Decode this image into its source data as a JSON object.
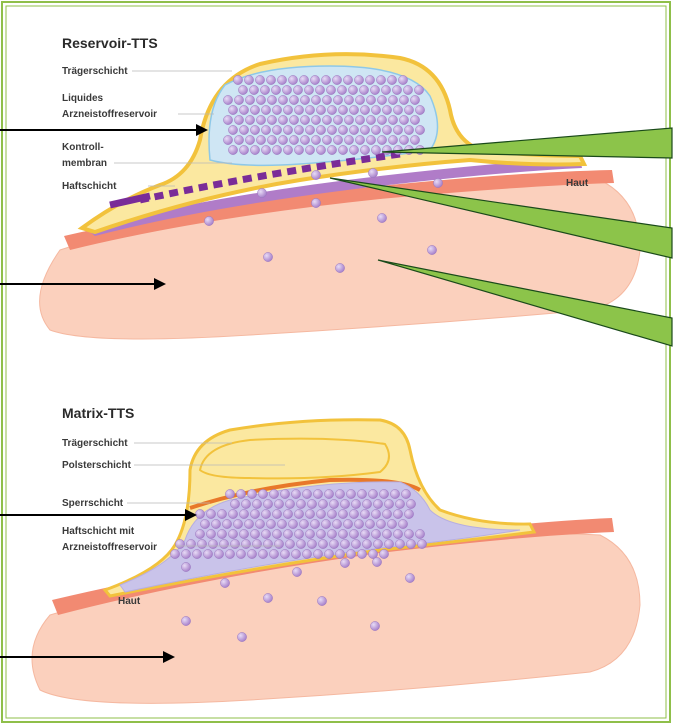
{
  "reservoir": {
    "title": "Reservoir-TTS",
    "labels": {
      "traegerschicht": "Trägerschicht",
      "reservoir_line1": "Liquides",
      "reservoir_line2": "Arzneistoffreservoir",
      "kontroll_line1": "Kontroll-",
      "kontroll_line2": "membran",
      "haftschicht": "Haftschicht",
      "haut": "Haut"
    }
  },
  "matrix": {
    "title": "Matrix-TTS",
    "labels": {
      "traegerschicht": "Trägerschicht",
      "polsterschicht": "Polsterschicht",
      "sperrschicht": "Sperrschicht",
      "haft_line1": "Haftschicht mit",
      "haft_line2": "Arzneistoffreservoir",
      "haut": "Haut"
    }
  },
  "colors": {
    "frame": "#8fbf4a",
    "skin": "#fbd0bd",
    "skin_edge": "#f5b8a0",
    "skin_band": "#f28a72",
    "carrier": "#f2c23c",
    "carrier_fill": "#fbe8a0",
    "reservoir_fill": "#cfe6f4",
    "matrix_fill": "#c9c3ea",
    "adhesive": "#b07cc8",
    "membrane": "#7a2c98",
    "dot": "#b792d8",
    "pointer_green": "#8cc44a",
    "pointer_edge": "#1a4a1a",
    "arrow": "#000000"
  }
}
